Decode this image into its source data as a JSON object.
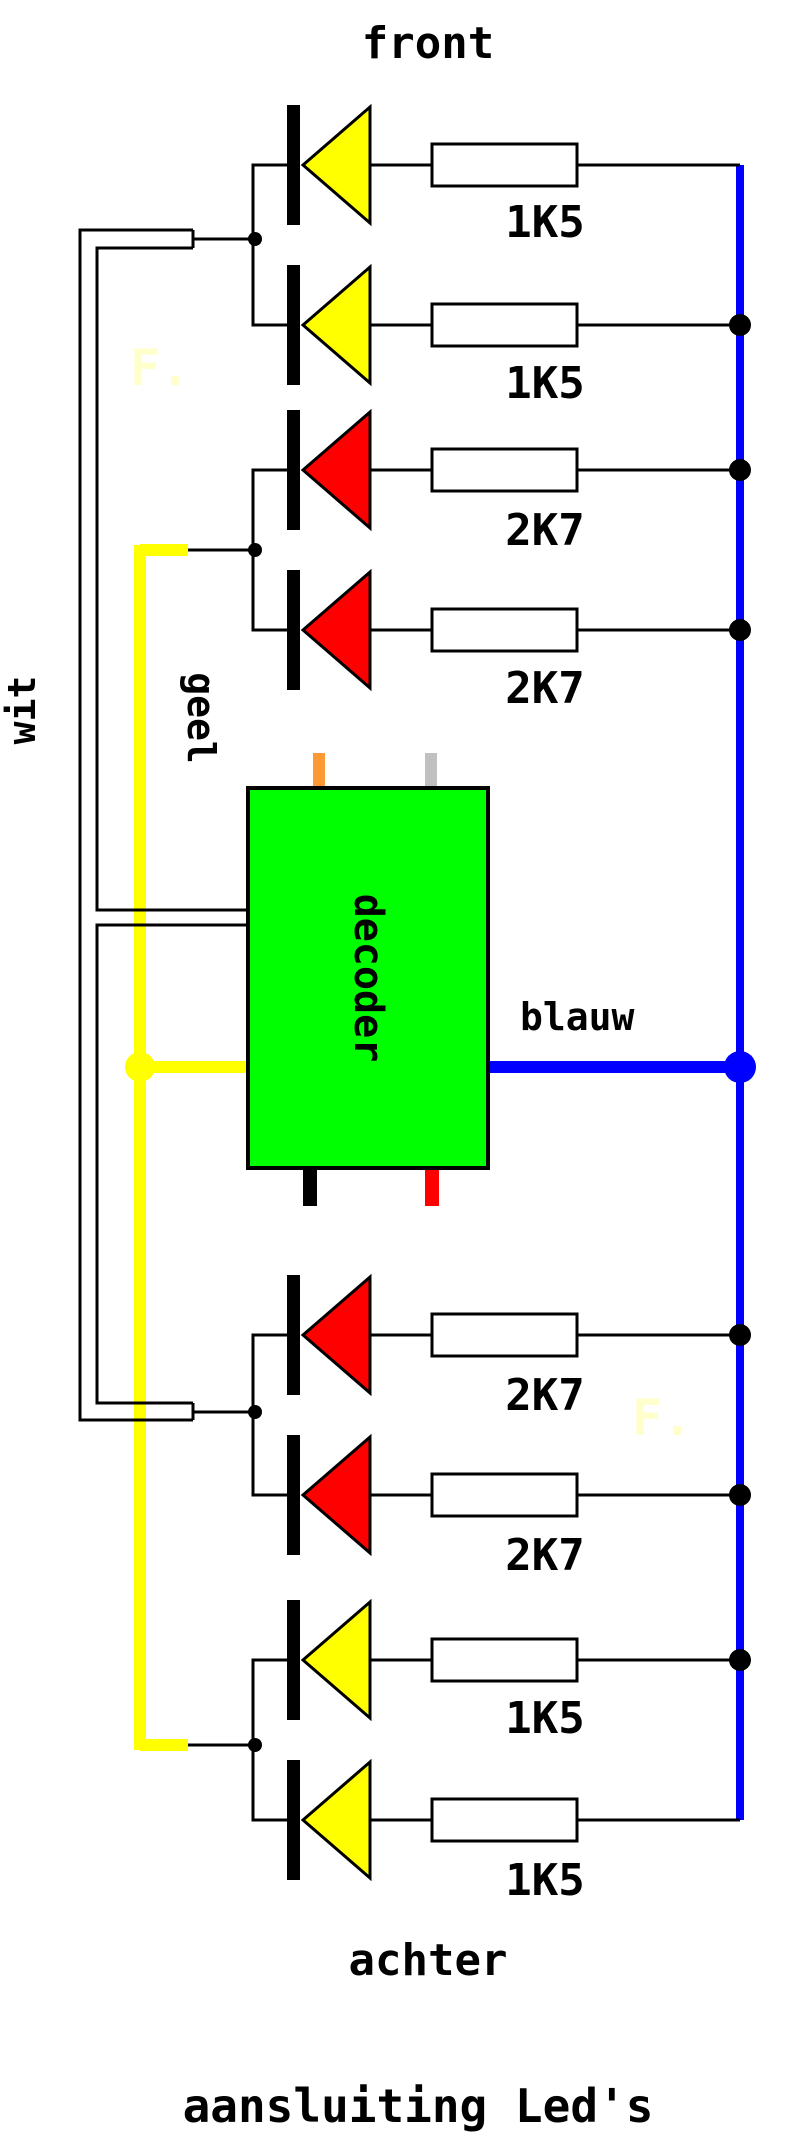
{
  "labels": {
    "front": "front",
    "achter": "achter",
    "title": "aansluiting Led's",
    "wit": "wit",
    "geel": "geel",
    "blauw": "blauw",
    "decoder": "decoder",
    "watermark": "F."
  },
  "resistors": {
    "r1": "1K5",
    "r2": "1K5",
    "r3": "2K7",
    "r4": "2K7",
    "r5": "2K7",
    "r6": "2K7",
    "r7": "1K5",
    "r8": "1K5"
  },
  "colors": {
    "led_yellow": "#ffff00",
    "led_red": "#ff0000",
    "decoder_green": "#00ff00",
    "wire_blue": "#0000ff",
    "wire_yellow": "#ffff00",
    "pin_orange": "#ff9933",
    "pin_gray": "#c0c0c0",
    "pin_red": "#ff0000",
    "pin_black": "#000000"
  }
}
